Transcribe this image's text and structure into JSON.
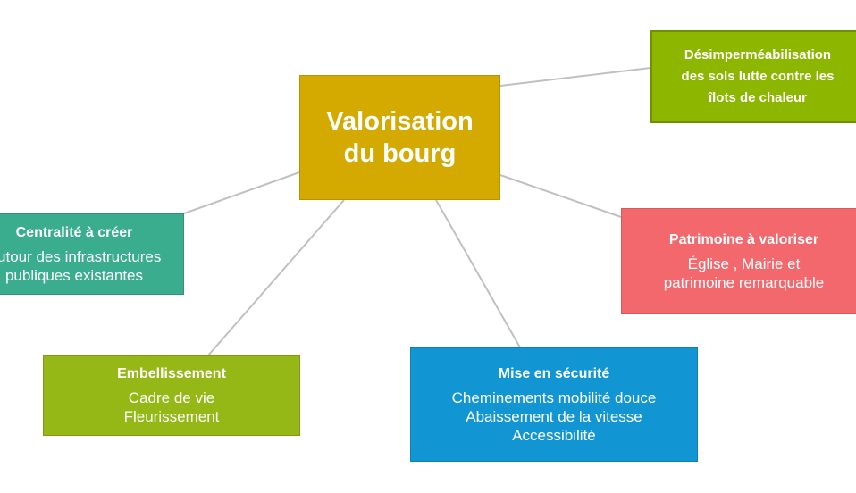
{
  "colors": {
    "center": "#d4aa00",
    "desimpermeabilisation": "#8db600",
    "centralite": "#3aad8f",
    "patrimoine": "#f2686d",
    "embellissement": "#95b816",
    "securite": "#1296d3",
    "connector": "#c0c0c0"
  },
  "center": {
    "line1": "Valorisation",
    "line2": "du bourg"
  },
  "nodes": {
    "desimpermeabilisation": {
      "line1": "Désimperméabilisation",
      "line2": "des sols lutte contre les",
      "line3": "îlots de chaleur"
    },
    "centralite": {
      "title": "Centralité à créer",
      "line1": "Autour des infrastructures",
      "line2": "publiques existantes"
    },
    "patrimoine": {
      "title": "Patrimoine à valoriser",
      "line1": "Église , Mairie et",
      "line2": "patrimoine remarquable"
    },
    "embellissement": {
      "title": "Embellissement",
      "line1": "Cadre de vie",
      "line2": "Fleurissement"
    },
    "securite": {
      "title": "Mise en sécurité",
      "line1": "Cheminements mobilité douce",
      "line2": "Abaissement de la vitesse",
      "line3": "Accessibilité"
    }
  }
}
